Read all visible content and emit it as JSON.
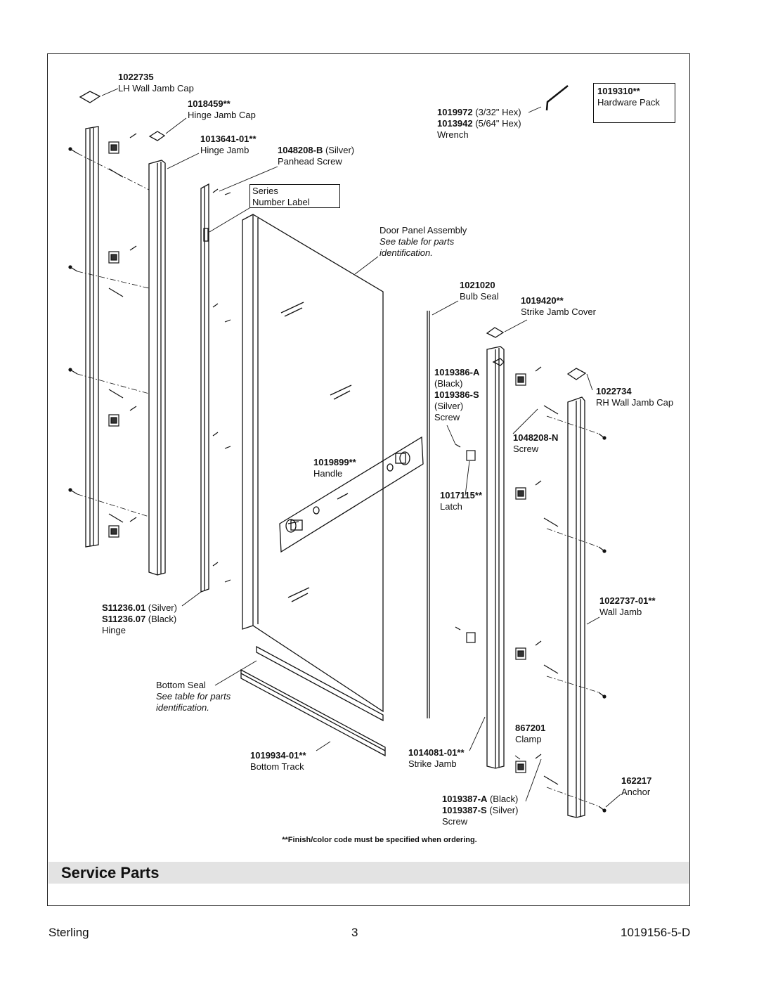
{
  "title": "Service Parts",
  "note": "**Finish/color code must be specified when ordering.",
  "footer": {
    "brand": "Sterling",
    "page": "3",
    "doc_number": "1019156-5-D"
  },
  "callouts": {
    "lh_cap": {
      "code": "1022735",
      "name": "LH Wall Jamb Cap"
    },
    "hinge_cap": {
      "code": "1018459**",
      "name": "Hinge Jamb Cap"
    },
    "hinge_jamb": {
      "code": "1013641-01**",
      "name": "Hinge Jamb"
    },
    "panhead": {
      "code": "1048208-B",
      "finish": " (Silver)",
      "name": "Panhead Screw"
    },
    "series_label": {
      "line1": "Series",
      "line2": "Number Label"
    },
    "wrench": {
      "code1": "1019972",
      "size1": " (3/32\" Hex)",
      "code2": "1013942",
      "size2": " (5/64\" Hex)",
      "name": "Wrench"
    },
    "hardware_pack": {
      "code": "1019310**",
      "name": "Hardware Pack"
    },
    "door_panel": {
      "name": "Door Panel Assembly",
      "note1": "See table for parts",
      "note2": "identification."
    },
    "bulb_seal": {
      "code": "1021020",
      "name": "Bulb Seal"
    },
    "strike_cover": {
      "code": "1019420**",
      "name": "Strike Jamb Cover"
    },
    "latch_screw": {
      "code1": "1019386-A",
      "finish1": "(Black)",
      "code2": "1019386-S",
      "finish2": "(Silver)",
      "name": "Screw"
    },
    "rh_cap": {
      "code": "1022734",
      "name": "RH Wall Jamb Cap"
    },
    "screw_n": {
      "code": "1048208-N",
      "name": "Screw"
    },
    "handle": {
      "code": "1019899**",
      "name": "Handle"
    },
    "latch": {
      "code": "1017115**",
      "name": "Latch"
    },
    "wall_jamb": {
      "code": "1022737-01**",
      "name": "Wall Jamb"
    },
    "hinge": {
      "code1": "S11236.01",
      "finish1": " (Silver)",
      "code2": "S11236.07",
      "finish2": " (Black)",
      "name": "Hinge"
    },
    "bottom_seal": {
      "name": "Bottom Seal",
      "note1": "See table for parts",
      "note2": "identification."
    },
    "bottom_track": {
      "code": "1019934-01**",
      "name": "Bottom Track"
    },
    "strike_jamb": {
      "code": "1014081-01**",
      "name": "Strike Jamb"
    },
    "clamp": {
      "code": "867201",
      "name": "Clamp"
    },
    "anchor": {
      "code": "162217",
      "name": "Anchor"
    },
    "screw_bottom": {
      "code1": "1019387-A",
      "finish1": " (Black)",
      "code2": "1019387-S",
      "finish2": " (Silver)",
      "name": "Screw"
    }
  }
}
